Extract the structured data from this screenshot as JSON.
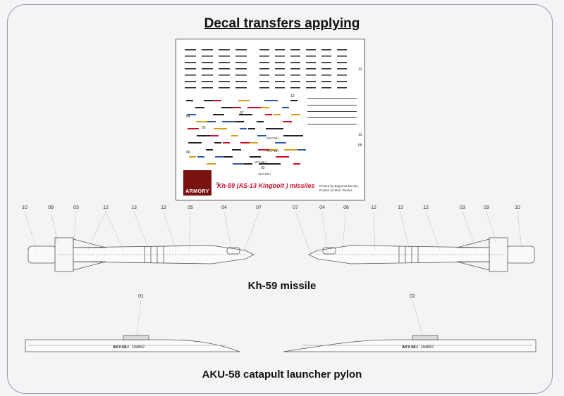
{
  "header": {
    "title": "Decal transfers applying"
  },
  "decal_sheet": {
    "brand_logo_text": "ARMORY",
    "product_title": "Kh-59 (AS-13 Kingbolt ) missiles",
    "printer_line1": "Printed by Begemot Decals,",
    "printer_line2": "Rostov-on-Don, Russia",
    "item_numbers": [
      "12",
      "10",
      "07",
      "04",
      "03",
      "13",
      "05",
      "06",
      "02",
      "01"
    ],
    "codes": [
      "AKY-58-I",
      "AKY-58-I",
      "AKY-58-I",
      "AKY-58-I"
    ]
  },
  "missile_section": {
    "caption": "Kh-59 missile",
    "left_callouts": [
      "10",
      "09",
      "03",
      "12",
      "13",
      "12",
      "05",
      "04",
      "07"
    ],
    "right_callouts": [
      "07",
      "04",
      "06",
      "12",
      "13",
      "12",
      "03",
      "09",
      "10"
    ]
  },
  "pylon_section": {
    "caption": "AKU-58 catapult launcher pylon",
    "left_callout": "01",
    "right_callout": "02",
    "left_code": "AKY-58-I",
    "left_code_serial": "104652",
    "right_code": "AKY-58-I",
    "right_code_serial": "104652"
  }
}
